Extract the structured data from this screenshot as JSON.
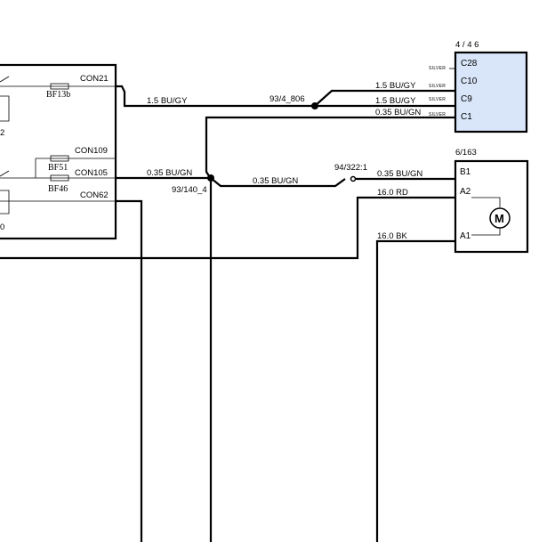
{
  "colors": {
    "wire": "#000000",
    "connector_fill": "#d9e6fa",
    "background": "#ffffff"
  },
  "modules": {
    "left": {
      "pins": [
        "CON21",
        "CON109",
        "CON105",
        "CON62"
      ],
      "fuses": [
        "BF13b",
        "BF51",
        "BF46"
      ],
      "partial_labels": [
        "2",
        "0"
      ]
    },
    "connector_446": {
      "id": "4 / 4 6",
      "pins": [
        "C28",
        "C10",
        "C9",
        "C1"
      ],
      "tags": [
        "SILVER",
        "SILVER",
        "SILVER",
        "SILVER"
      ]
    },
    "motor_6163": {
      "id": "6/163",
      "pins": [
        "B1",
        "A2",
        "A1"
      ],
      "symbol": "M"
    }
  },
  "wires": {
    "w_con21": "1.5 BU/GY",
    "w_c10": "1.5 BU/GY",
    "w_c9": "1.5 BU/GY",
    "w_c1": "0.35 BU/GN",
    "w_con105": "0.35 BU/GN",
    "w_mid": "0.35 BU/GN",
    "w_b1": "0.35 BU/GN",
    "w_a2": "16.0 RD",
    "w_a1": "16.0 BK"
  },
  "splices": {
    "s1": "93/4_806",
    "s2": "93/140_4",
    "s3": "94/322:1"
  }
}
